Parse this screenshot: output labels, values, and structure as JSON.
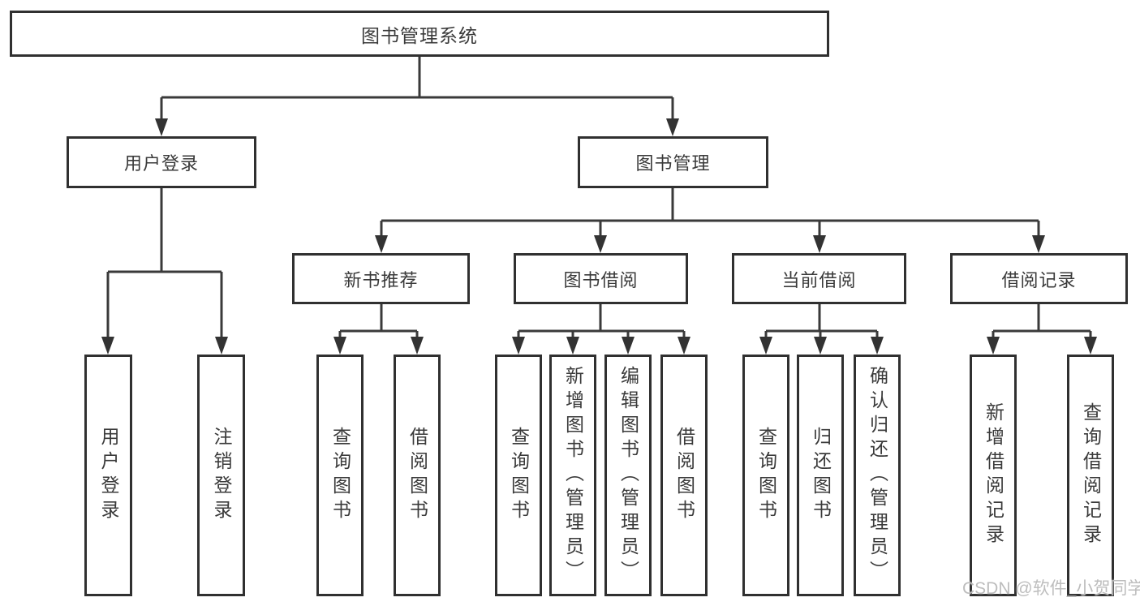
{
  "diagram_type": "tree",
  "hierarchy": {
    "label": "图书管理系统",
    "children": [
      {
        "label": "用户登录",
        "children": [
          "用户登录",
          "注销登录"
        ]
      },
      {
        "label": "图书管理",
        "children": [
          {
            "label": "新书推荐",
            "children": [
              "查询图书",
              "借阅图书"
            ]
          },
          {
            "label": "图书借阅",
            "children": [
              "查询图书",
              "新增图书（管理员）",
              "编辑图书（管理员）",
              "借阅图书"
            ]
          },
          {
            "label": "当前借阅",
            "children": [
              "查询图书",
              "归还图书",
              "确认归还（管理员）"
            ]
          },
          {
            "label": "借阅记录",
            "children": [
              "新增借阅记录",
              "查询借阅记录"
            ]
          }
        ]
      }
    ]
  },
  "watermark": "CSDN @软件_小贺同学",
  "colors": {
    "background": "#ffffff",
    "box_border": "#303030",
    "connector_line": "#3a3a3a",
    "text": "#3a3a3a",
    "watermark_text": "#b9b9b9"
  }
}
